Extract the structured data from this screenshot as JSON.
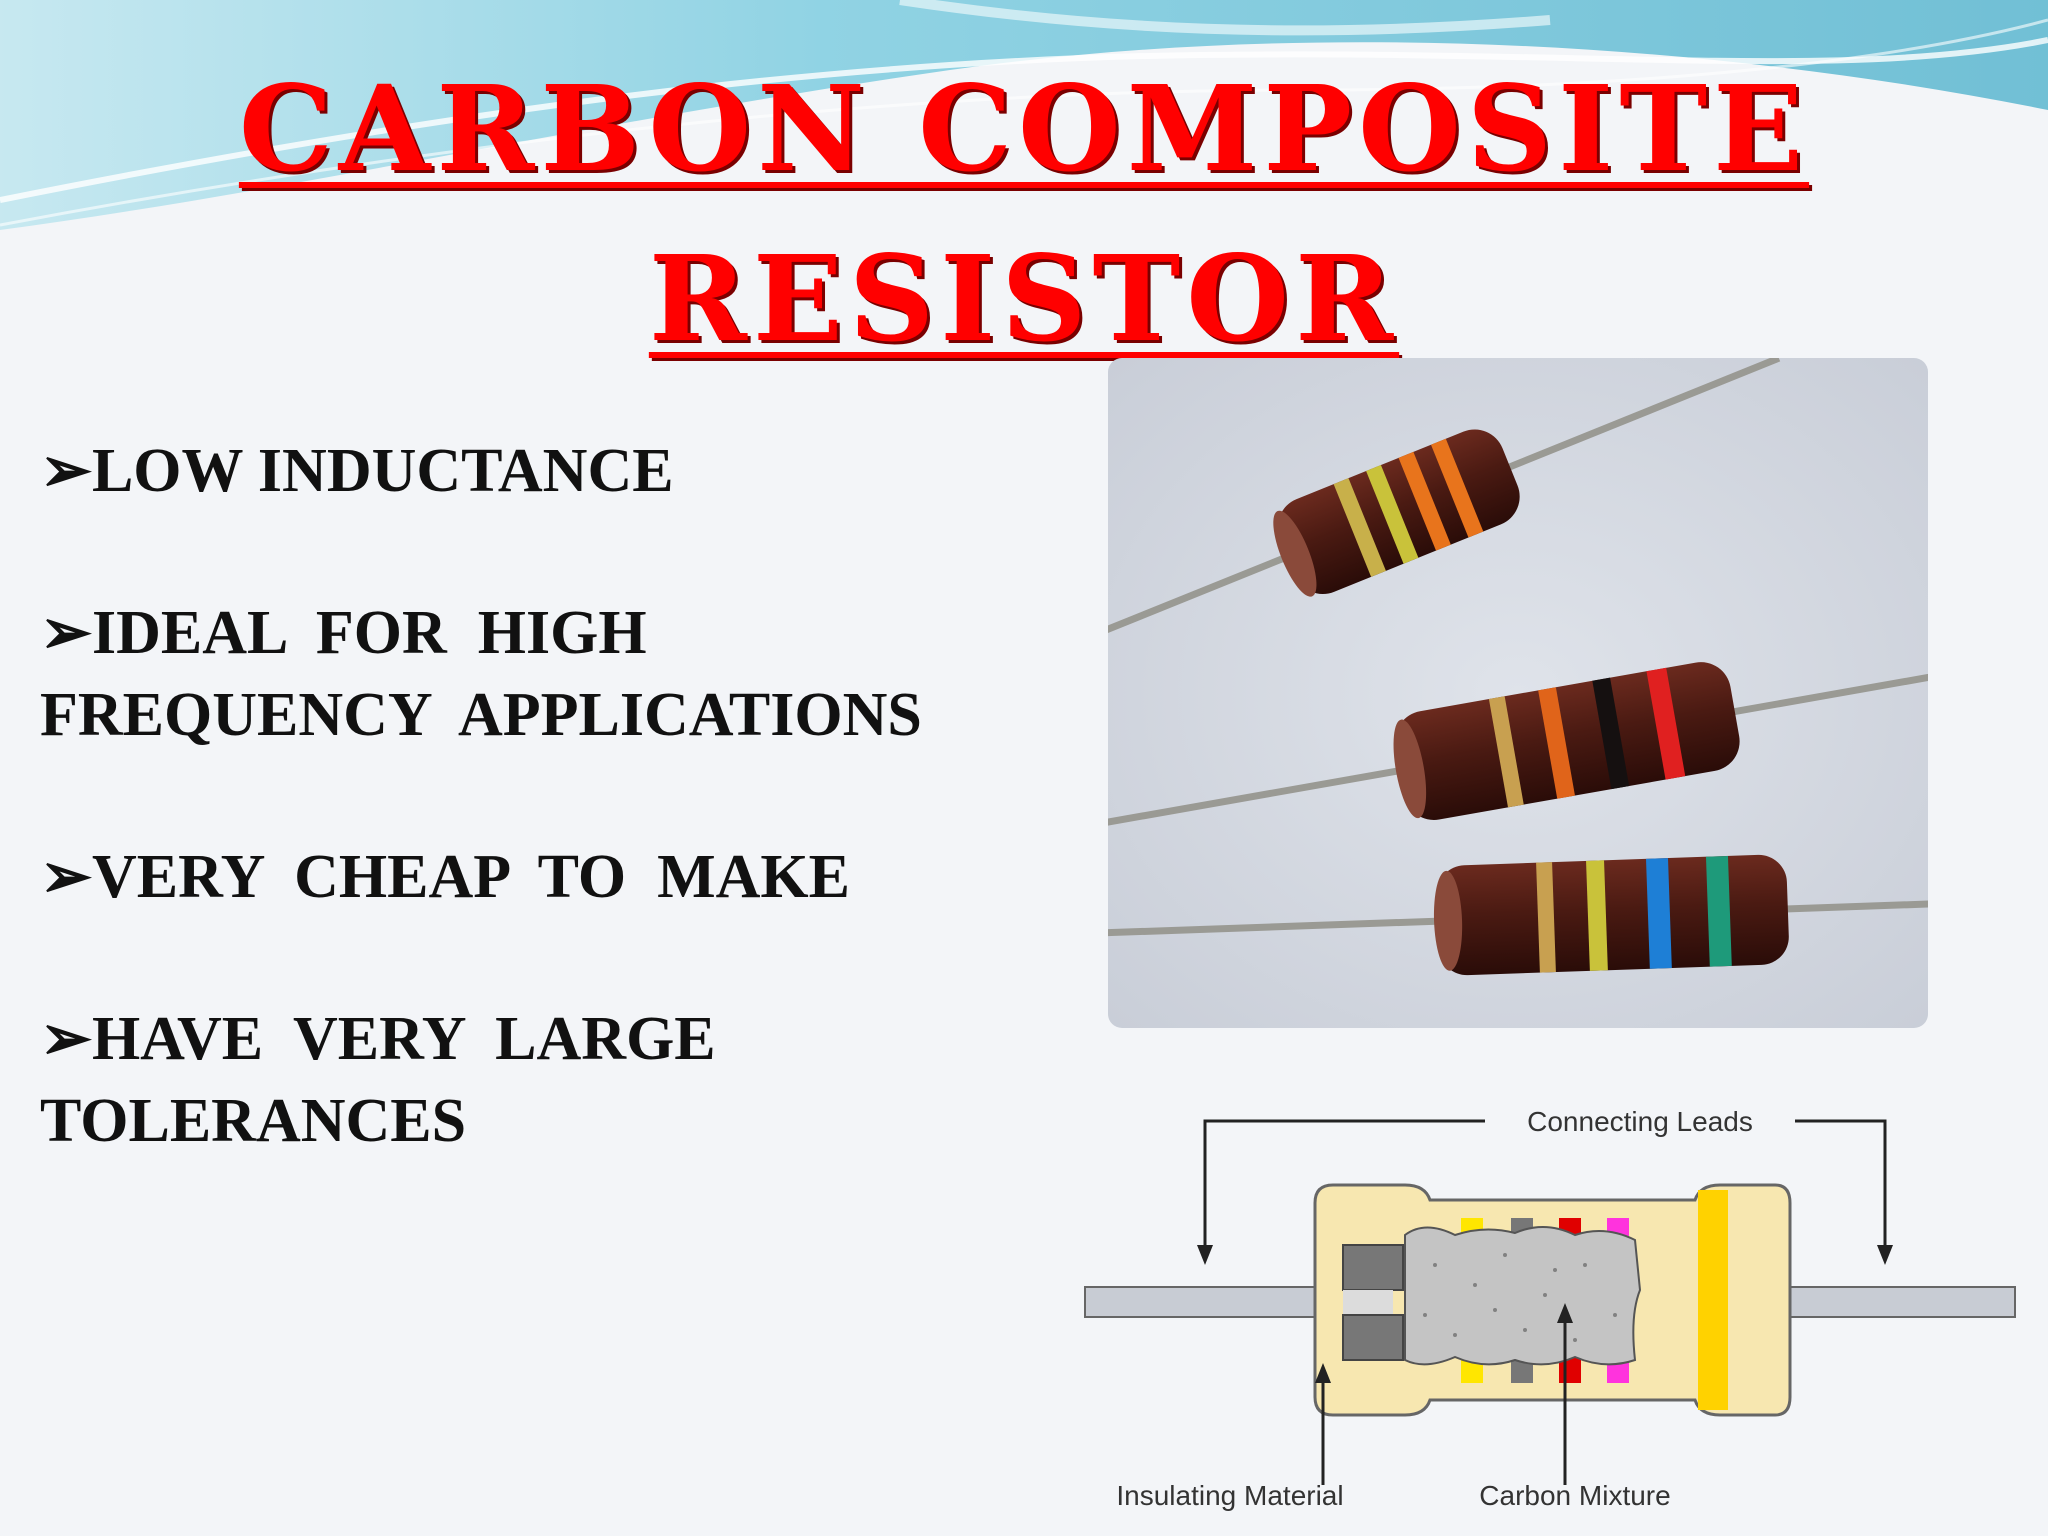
{
  "slide": {
    "title_line1": "CARBON COMPOSITE",
    "title_line2": "RESISTOR",
    "bullet_marker": "➢",
    "bullets": [
      "LOW INDUCTANCE",
      "IDEAL  FOR  HIGH\nFREQUENCY  APPLICATIONS",
      "VERY  CHEAP  TO  MAKE",
      "HAVE  VERY  LARGE\nTOLERANCES"
    ],
    "colors": {
      "title": "#ff0000",
      "bullet_text": "#111111",
      "swoosh": "#6cc3d8"
    }
  },
  "diagram": {
    "label_leads": "Connecting Leads",
    "label_insulating": "Insulating Material",
    "label_carbon": "Carbon Mixture"
  }
}
